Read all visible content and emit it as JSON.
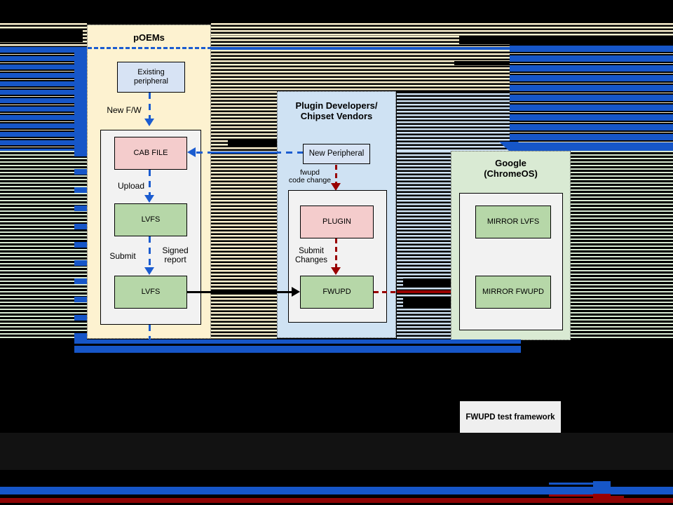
{
  "diagram": {
    "groups": {
      "poems": {
        "title": "pOEMs"
      },
      "plugin_developers": {
        "title_line1": "Plugin Developers/",
        "title_line2": "Chipset Vendors"
      },
      "google": {
        "title_line1": "Google",
        "title_line2": "(ChromeOS)"
      }
    },
    "nodes": {
      "existing_peripheral": {
        "line1": "Existing",
        "line2": "peripheral"
      },
      "cab_file": {
        "label": "CAB FILE"
      },
      "lvfs_top": {
        "label": "LVFS"
      },
      "lvfs_bottom": {
        "label": "LVFS"
      },
      "new_peripheral": {
        "label": "New Peripheral"
      },
      "plugin": {
        "label": "PLUGIN"
      },
      "fwupd": {
        "label": "FWUPD"
      },
      "mirror_lvfs": {
        "label": "MIRROR LVFS"
      },
      "mirror_fwupd": {
        "label": "MIRROR FWUPD"
      },
      "fwupd_test_framework": {
        "label": "FWUPD test framework"
      }
    },
    "edge_labels": {
      "new_fw": "New F/W",
      "upload": "Upload",
      "submit": "Submit",
      "signed_report_line1": "Signed",
      "signed_report_line2": "report",
      "fwupd_code_change_line1": "fwupd",
      "fwupd_code_change_line2": "code change",
      "submit_changes_line1": "Submit",
      "submit_changes_line2": "Changes"
    },
    "colors": {
      "glitch_blue": "#1656c8",
      "dash_blue": "#1b5cd0",
      "dark_red": "#990000",
      "poems_bg": "#fdf2d0",
      "plugin_bg": "#cfe2f3",
      "google_bg": "#d9ead3",
      "node_blue": "#d7e3f4",
      "node_pink": "#f4cccc",
      "node_green": "#b6d7a8",
      "inner_gray": "#f2f2f2",
      "test_box_bg": "#efefef"
    }
  }
}
